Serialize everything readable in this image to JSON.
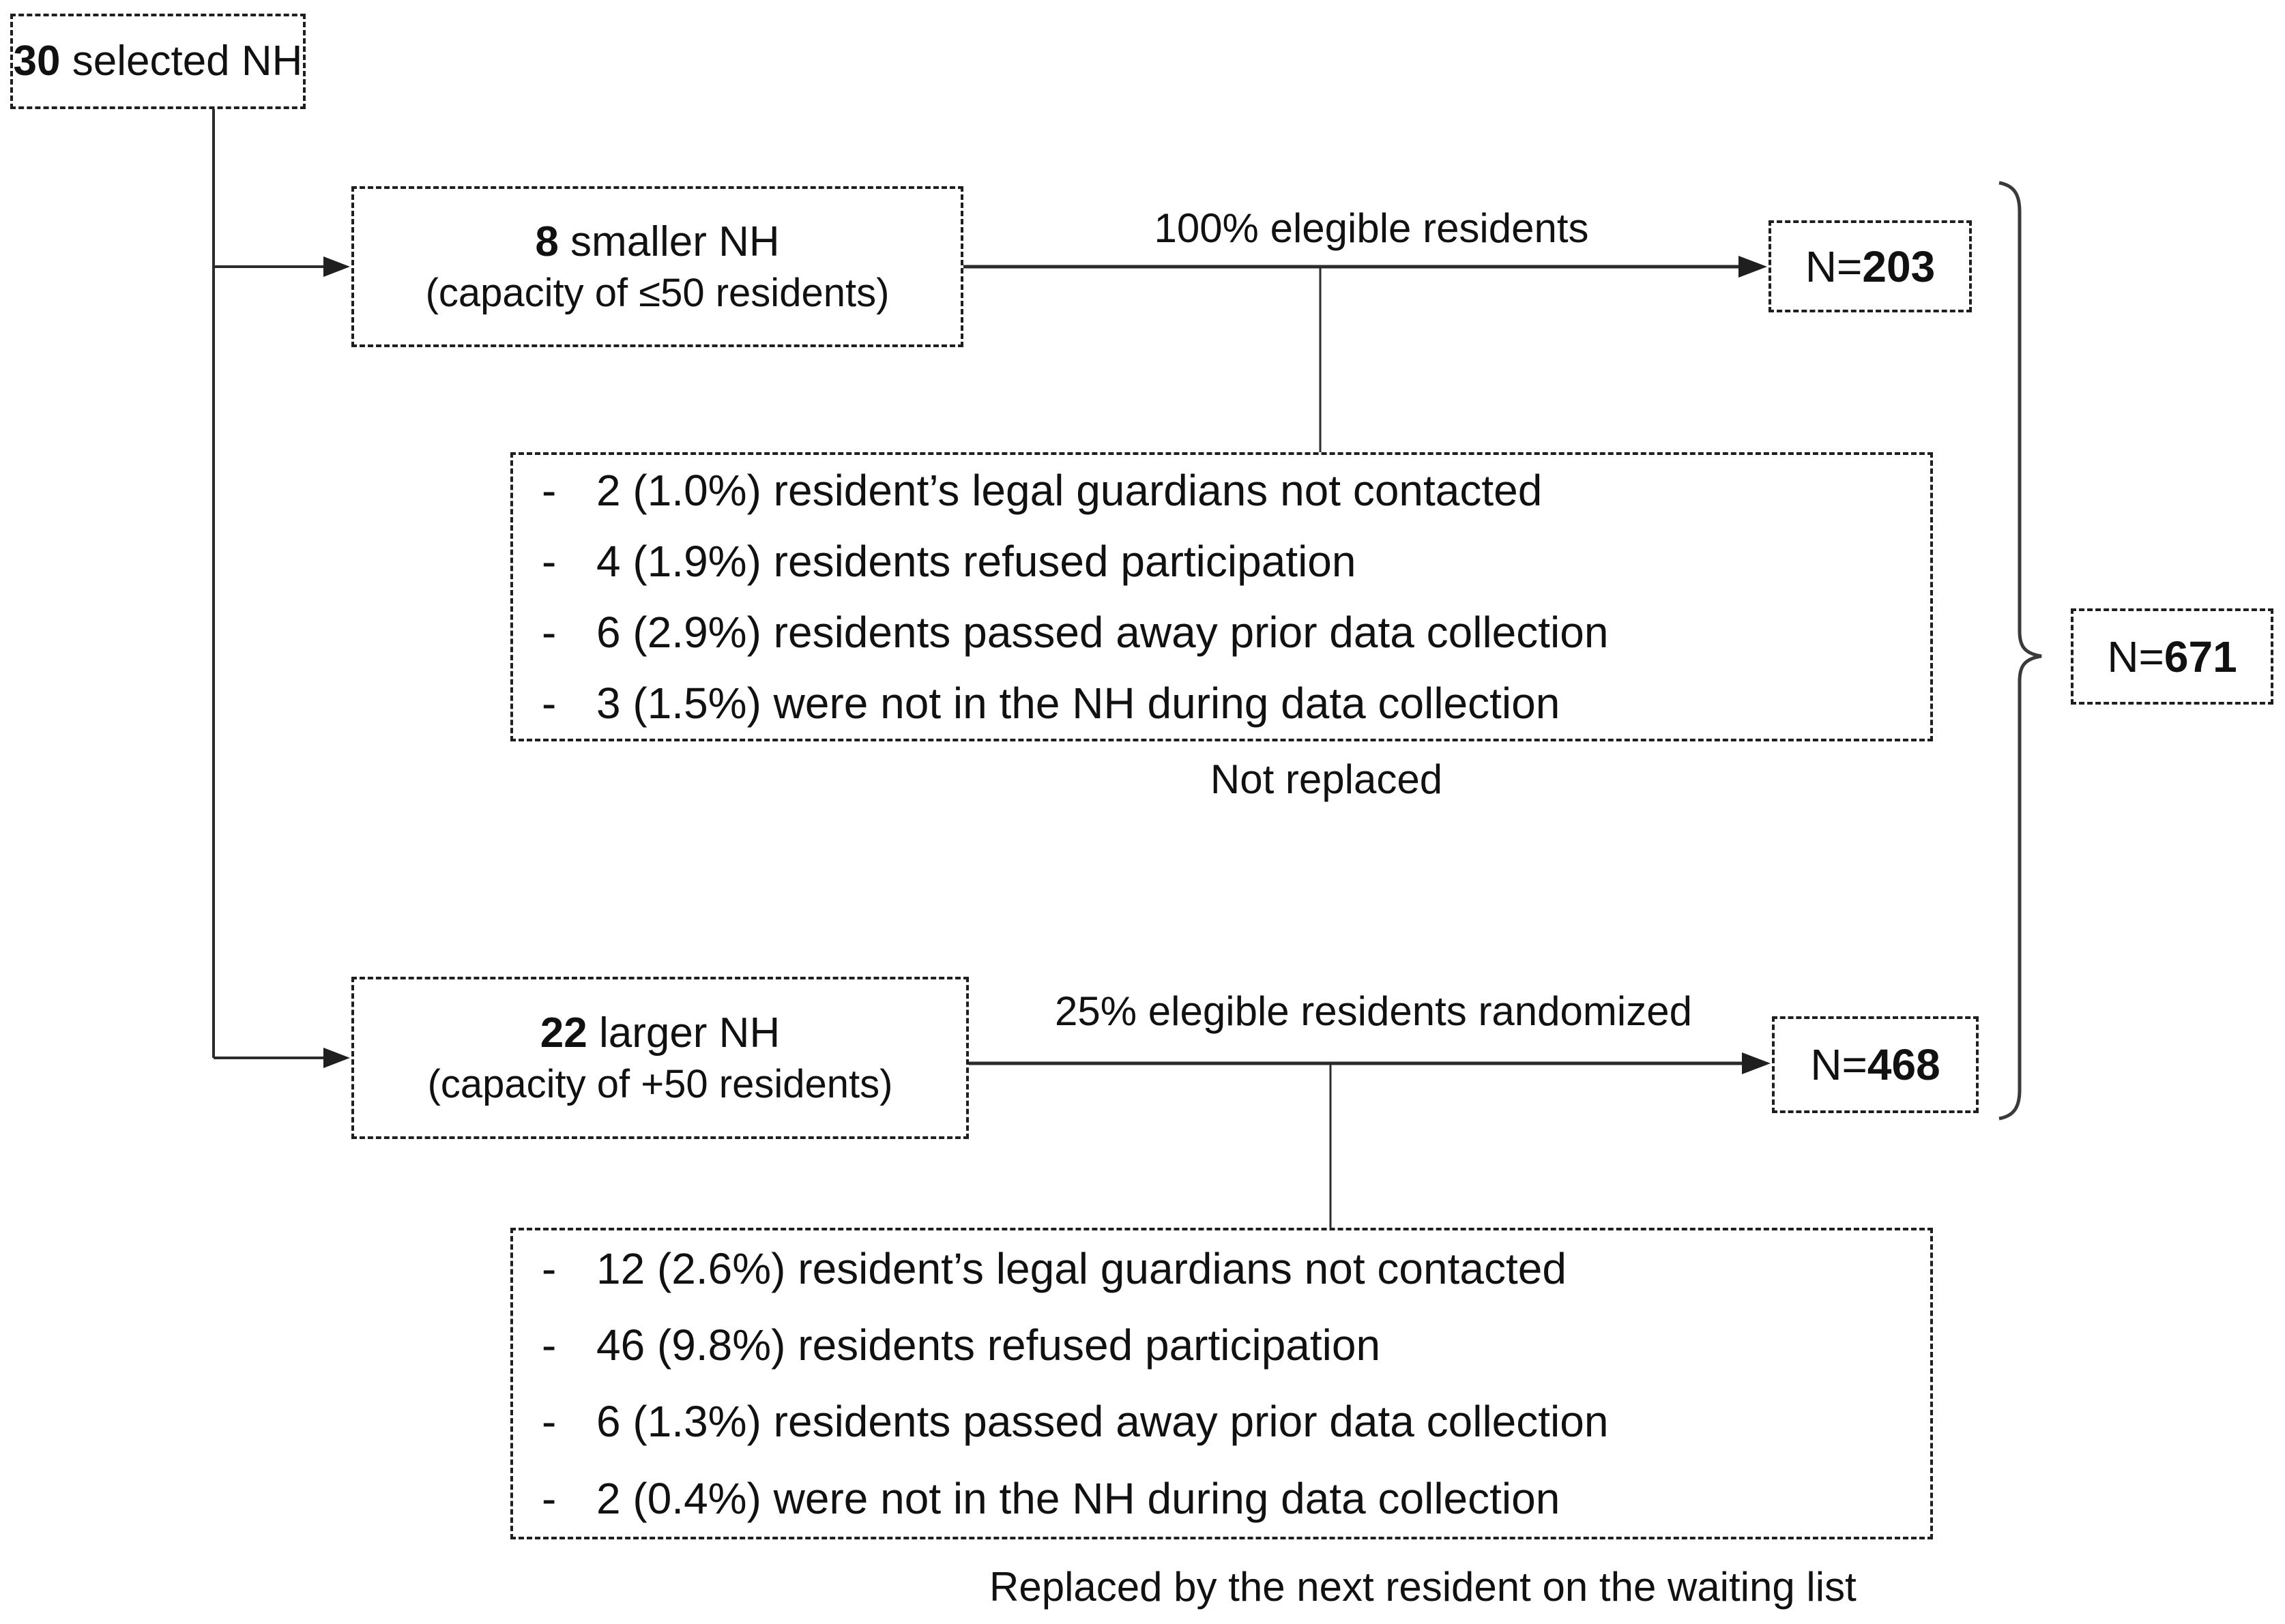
{
  "palette": {
    "ink": "#111111",
    "line": "#2b2b2b",
    "border": "#1f1f1f",
    "background": "#ffffff"
  },
  "root_box": {
    "bold": "30",
    "rest": " selected NH"
  },
  "branch_small": {
    "box": {
      "bold": "8",
      "rest": " smaller NH",
      "subtitle": "(capacity of ≤50 residents)"
    },
    "arrow_label": "100% elegible residents",
    "n_box": {
      "prefix": "N=",
      "value": "203"
    },
    "exclusions": {
      "bullet": "-",
      "items": [
        "2 (1.0%) resident’s legal guardians not contacted",
        "4 (1.9%) residents refused participation",
        "6 (2.9%) residents passed away prior data collection",
        "3 (1.5%) were not in the NH during data collection"
      ],
      "caption": "Not replaced"
    }
  },
  "branch_large": {
    "box": {
      "bold": "22",
      "rest": " larger NH",
      "subtitle": "(capacity of +50 residents)"
    },
    "arrow_label": "25% elegible residents  randomized",
    "n_box": {
      "prefix": "N=",
      "value": "468"
    },
    "exclusions": {
      "bullet": "-",
      "items": [
        "12 (2.6%) resident’s legal guardians not contacted",
        "46 (9.8%) residents refused participation",
        "6 (1.3%) residents passed away prior data collection",
        "2 (0.4%) were not in the NH during data collection"
      ],
      "caption": "Replaced by the next resident on the waiting list"
    }
  },
  "total_box": {
    "prefix": "N=",
    "value": "671"
  }
}
